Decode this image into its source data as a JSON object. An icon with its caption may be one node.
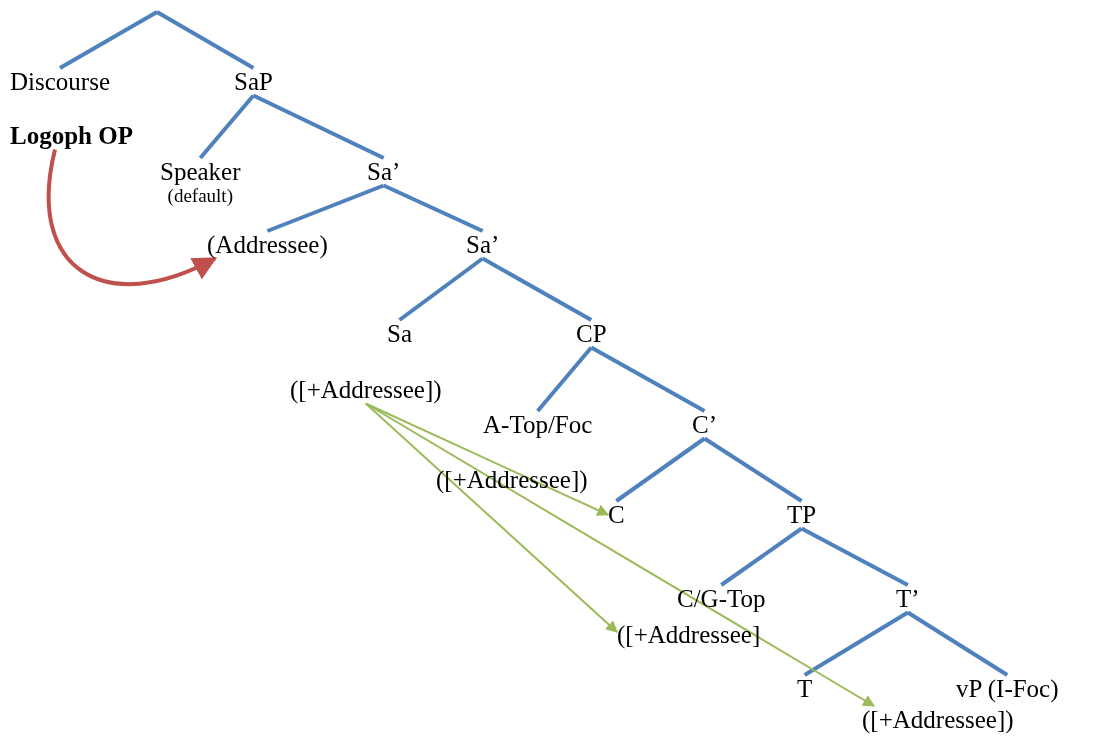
{
  "diagram": {
    "nodes": [
      {
        "text": [
          "Discourse"
        ]
      },
      {
        "text": [
          "SaP"
        ]
      },
      {
        "text": [
          "Logoph OP"
        ]
      },
      {
        "text": [
          "Speaker",
          "(default)"
        ]
      },
      {
        "text": [
          "Sa’"
        ]
      },
      {
        "text": [
          "(Addressee)"
        ]
      },
      {
        "text": [
          "Sa’"
        ]
      },
      {
        "text": [
          "Sa"
        ]
      },
      {
        "text": [
          "([+Addressee])"
        ]
      },
      {
        "text": [
          "CP"
        ]
      },
      {
        "text": [
          "A-Top/Foc"
        ]
      },
      {
        "text": [
          "([+Addressee])"
        ]
      },
      {
        "text": [
          "C’"
        ]
      },
      {
        "text": [
          "C"
        ]
      },
      {
        "text": [
          "TP"
        ]
      },
      {
        "text": [
          "C/G-Top"
        ]
      },
      {
        "text": [
          "([+Addressee]"
        ]
      },
      {
        "text": [
          "T’"
        ]
      },
      {
        "text": [
          "T"
        ]
      },
      {
        "text": [
          "vP (I-Foc)"
        ]
      },
      {
        "text": [
          "([+Addressee])"
        ]
      }
    ],
    "edges": [
      {
        "from": null,
        "to": 0,
        "arrow": "none"
      },
      {
        "from": null,
        "to": 1,
        "arrow": "none"
      },
      {
        "from": 1,
        "to": 3,
        "arrow": "none"
      },
      {
        "from": 1,
        "to": 4,
        "arrow": "none"
      },
      {
        "from": 4,
        "to": 5,
        "arrow": "none"
      },
      {
        "from": 4,
        "to": 6,
        "arrow": "none"
      },
      {
        "from": 6,
        "to": 7,
        "arrow": "none"
      },
      {
        "from": 6,
        "to": 9,
        "arrow": "none"
      },
      {
        "from": 9,
        "to": 10,
        "arrow": "none"
      },
      {
        "from": 9,
        "to": 12,
        "arrow": "none"
      },
      {
        "from": 12,
        "to": 13,
        "arrow": "none"
      },
      {
        "from": 12,
        "to": 14,
        "arrow": "none"
      },
      {
        "from": 14,
        "to": 15,
        "arrow": "none"
      },
      {
        "from": 14,
        "to": 17,
        "arrow": "none"
      },
      {
        "from": 17,
        "to": 18,
        "arrow": "none"
      },
      {
        "from": 17,
        "to": 19,
        "arrow": "none"
      },
      {
        "from": 2,
        "to": 5,
        "arrow": "to",
        "color": "#c0504d"
      },
      {
        "from": 8,
        "to": 13,
        "arrow": "to",
        "color": "#9bbb59"
      },
      {
        "from": 8,
        "to": 16,
        "arrow": "to",
        "color": "#9bbb59"
      },
      {
        "from": 8,
        "to": 20,
        "arrow": "to",
        "color": "#9bbb59"
      }
    ]
  }
}
